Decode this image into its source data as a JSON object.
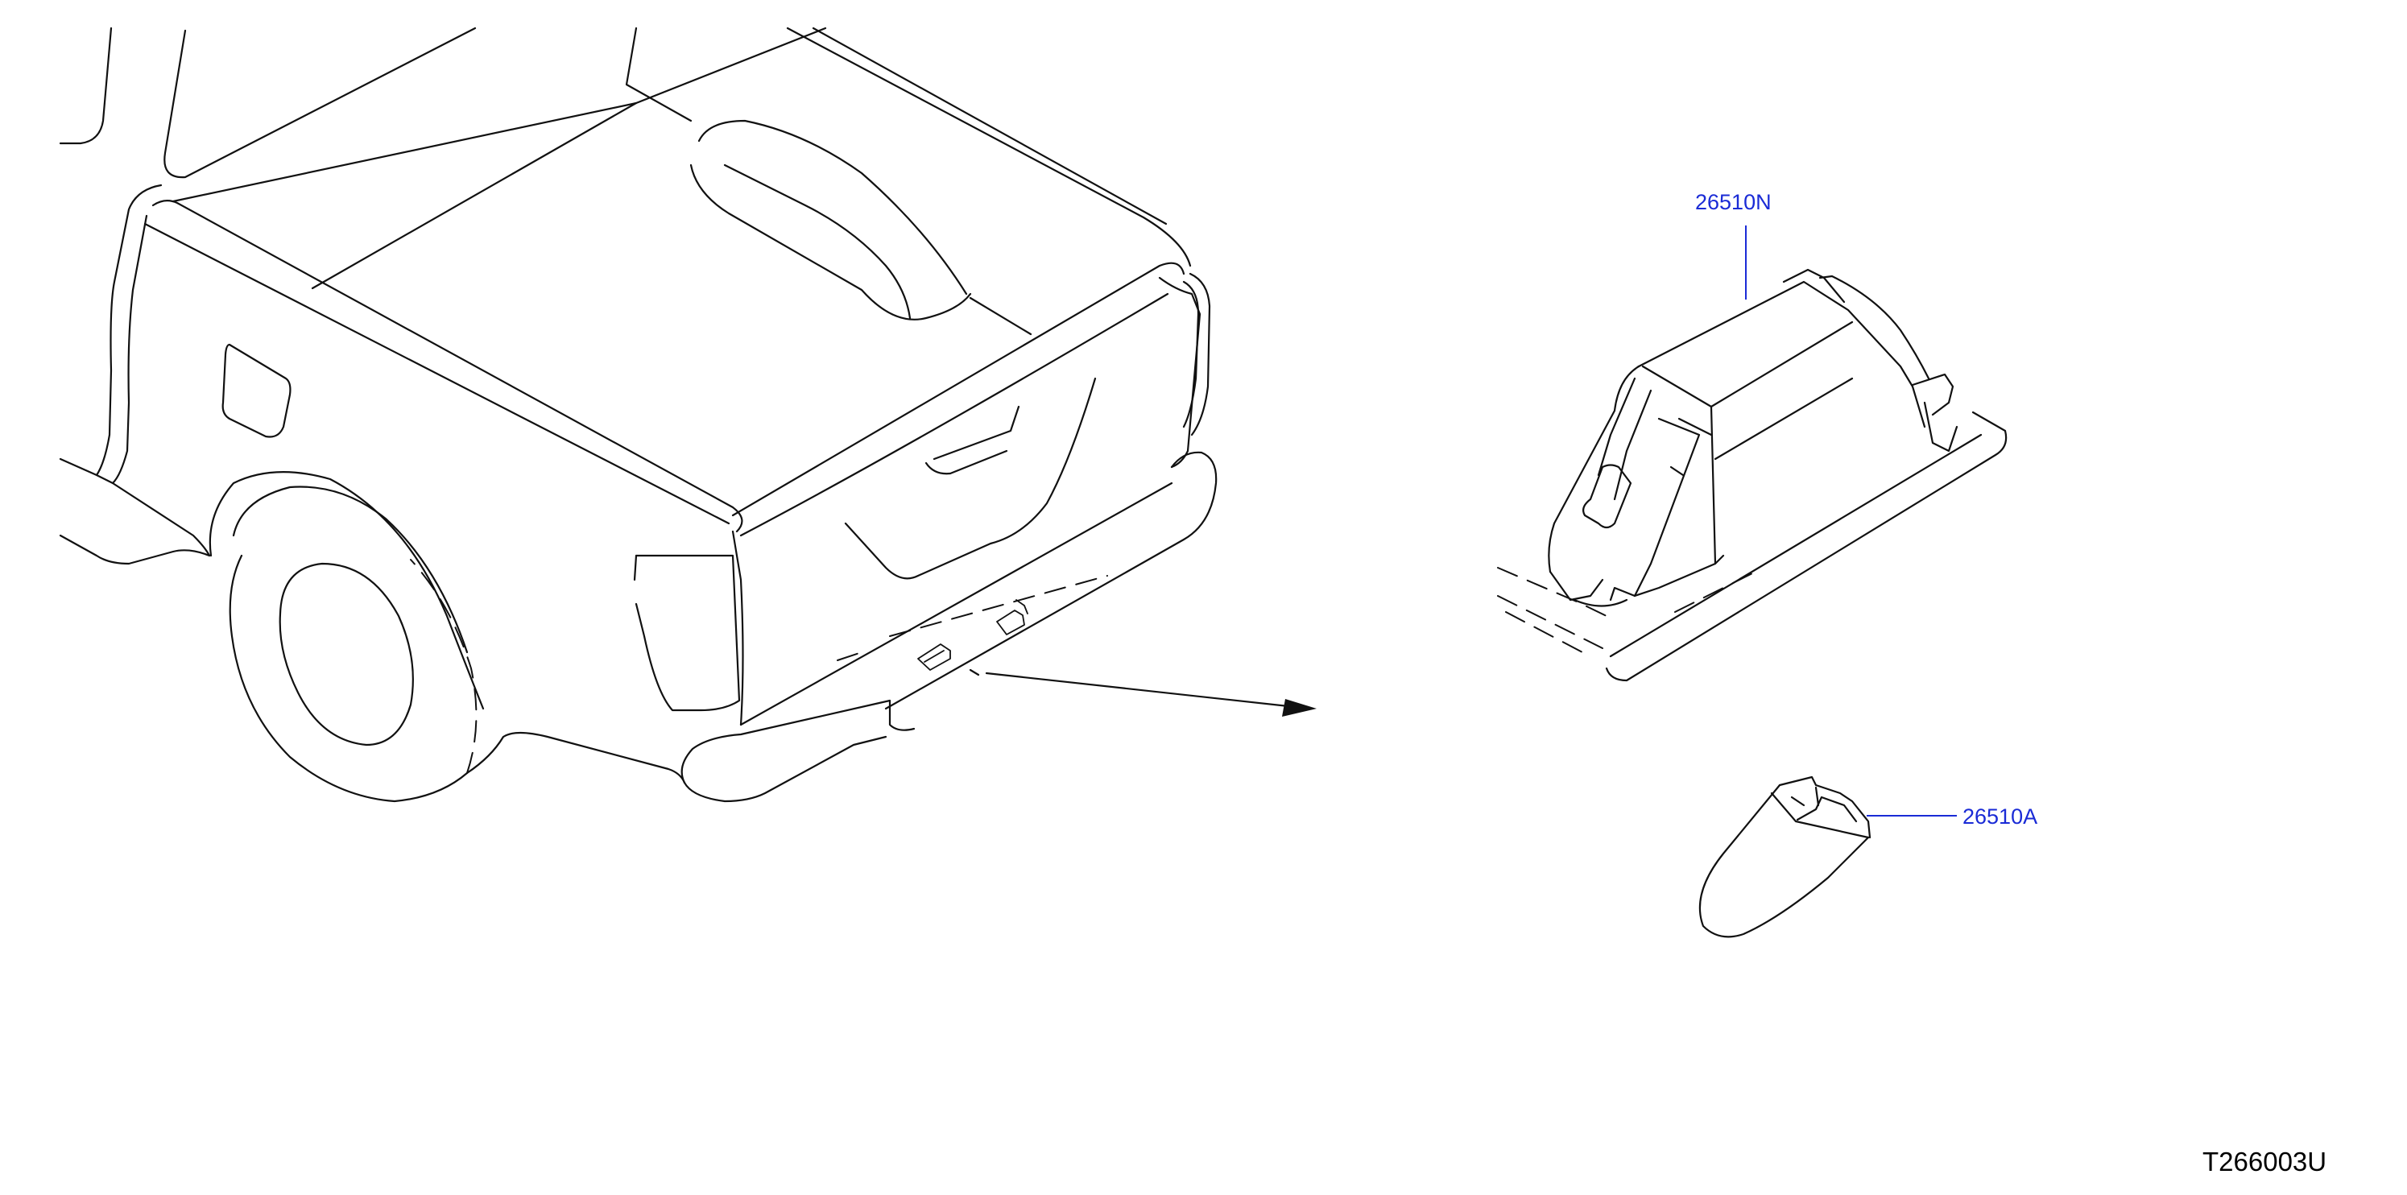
{
  "parts": [
    {
      "number": "26510N"
    },
    {
      "number": "26510A"
    }
  ],
  "diagram_code": "T266003U",
  "colors": {
    "callout": "#1a2bd6",
    "linework": "#111111",
    "background": "#ffffff"
  }
}
